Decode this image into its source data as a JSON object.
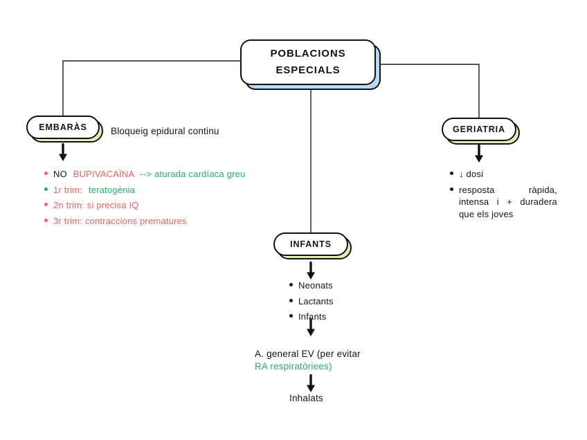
{
  "colors": {
    "red": "#ee5f5f",
    "green": "#27ab6b",
    "shadow-blue": "#b7d9f3",
    "shadow-green": "#def0b5",
    "ink": "#141414"
  },
  "root_node": {
    "line1": "POBLACIONS",
    "line2": "ESPECIALS"
  },
  "embaras": {
    "label": "EMBARÀS",
    "note": "Bloqueig epidural continu",
    "items": {
      "i1": {
        "p1": "NO",
        "p2": "BUPIVACAÏNA",
        "p3": "--> aturada cardíaca greu"
      },
      "i2": {
        "p1": "1r trim:",
        "p2": "teratogènia"
      },
      "i3": "2n trim: si precisa IQ",
      "i4": "3r trim: contraccions prematures"
    }
  },
  "geriatria": {
    "label": "GERIATRIA",
    "items": {
      "i1": "↓ dosi",
      "i2": "resposta ràpida, intensa i + duradera que els joves"
    }
  },
  "infants": {
    "label": "INFANTS",
    "items": {
      "i1": "Neonats",
      "i2": "Lactants",
      "i3": "Infants"
    },
    "note1": "A. general EV (per evitar",
    "note2": "RA respiratòriees)",
    "final": "Inhalats"
  }
}
